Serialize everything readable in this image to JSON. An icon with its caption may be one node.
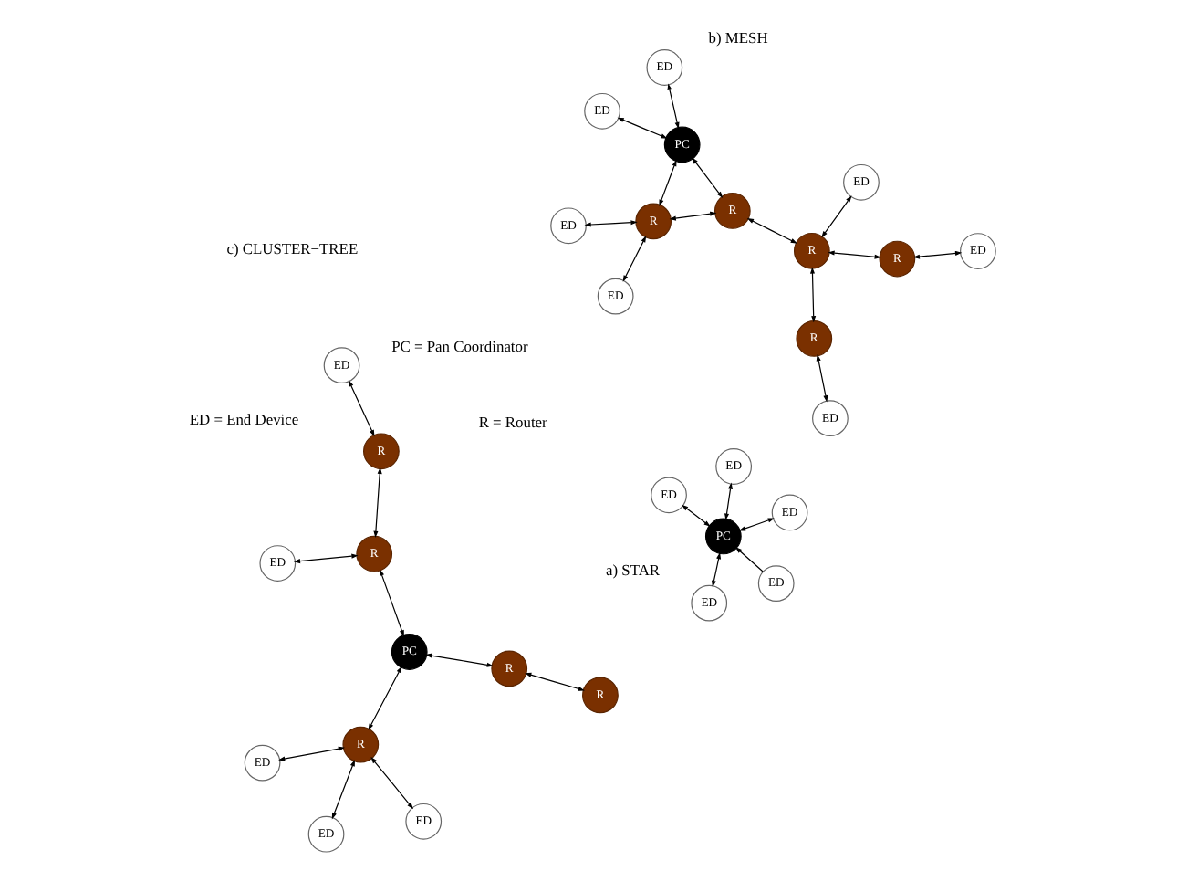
{
  "diagram": {
    "nodes": [
      {
        "text": [
          "ED"
        ]
      },
      {
        "text": [
          "ED"
        ]
      },
      {
        "text": [
          "ED"
        ]
      },
      {
        "text": [
          "PC"
        ]
      },
      {
        "text": [
          "ED"
        ]
      },
      {
        "text": [
          "ED"
        ]
      },
      {
        "text": [
          "ED"
        ]
      },
      {
        "text": [
          "PC"
        ]
      },
      {
        "text": [
          "R"
        ]
      },
      {
        "text": [
          "ED"
        ]
      },
      {
        "text": [
          "ED"
        ]
      },
      {
        "text": [
          "R"
        ]
      },
      {
        "text": [
          "R"
        ]
      },
      {
        "text": [
          "ED"
        ]
      },
      {
        "text": [
          "ED"
        ]
      },
      {
        "text": [
          "R"
        ]
      },
      {
        "text": [
          "R"
        ]
      },
      {
        "text": [
          "ED"
        ]
      },
      {
        "text": [
          "ED"
        ]
      },
      {
        "text": [
          "ED"
        ]
      },
      {
        "text": [
          "ED"
        ]
      },
      {
        "text": [
          "ED"
        ]
      },
      {
        "text": [
          "R"
        ]
      },
      {
        "text": [
          "R"
        ]
      },
      {
        "text": [
          "R"
        ]
      },
      {
        "text": [
          "R"
        ]
      },
      {
        "text": [
          "PC"
        ]
      },
      {
        "text": [
          "ED"
        ]
      },
      {
        "text": [
          "R"
        ]
      },
      {
        "text": [
          "ED"
        ]
      }
    ],
    "edges": [
      {
        "from": 0,
        "to": 3,
        "arrow": "both"
      },
      {
        "from": 1,
        "to": 3,
        "arrow": "both"
      },
      {
        "from": 2,
        "to": 3,
        "arrow": "both"
      },
      {
        "from": 4,
        "to": 3,
        "arrow": "both"
      },
      {
        "from": 5,
        "to": 3,
        "arrow": "to"
      },
      {
        "from": 6,
        "to": 7,
        "arrow": "both"
      },
      {
        "from": 10,
        "to": 7,
        "arrow": "both"
      },
      {
        "from": 7,
        "to": 11,
        "arrow": "both"
      },
      {
        "from": 7,
        "to": 12,
        "arrow": "both"
      },
      {
        "from": 12,
        "to": 11,
        "arrow": "both"
      },
      {
        "from": 11,
        "to": 8,
        "arrow": "both"
      },
      {
        "from": 8,
        "to": 9,
        "arrow": "both"
      },
      {
        "from": 14,
        "to": 12,
        "arrow": "both"
      },
      {
        "from": 12,
        "to": 17,
        "arrow": "both"
      },
      {
        "from": 8,
        "to": 15,
        "arrow": "both"
      },
      {
        "from": 8,
        "to": 16,
        "arrow": "both"
      },
      {
        "from": 15,
        "to": 18,
        "arrow": "both"
      },
      {
        "from": 16,
        "to": 13,
        "arrow": "both"
      },
      {
        "from": 19,
        "to": 22,
        "arrow": "both"
      },
      {
        "from": 20,
        "to": 22,
        "arrow": "both"
      },
      {
        "from": 21,
        "to": 22,
        "arrow": "both"
      },
      {
        "from": 22,
        "to": 26,
        "arrow": "both"
      },
      {
        "from": 23,
        "to": 28,
        "arrow": "both"
      },
      {
        "from": 28,
        "to": 26,
        "arrow": "both"
      },
      {
        "from": 26,
        "to": 25,
        "arrow": "both"
      },
      {
        "from": 25,
        "to": 24,
        "arrow": "both"
      },
      {
        "from": 24,
        "to": 27,
        "arrow": "both"
      },
      {
        "from": 25,
        "to": 29,
        "arrow": "both"
      }
    ],
    "labels": [
      "b) MESH",
      "a) STAR",
      "ED = End Device",
      "R = Router",
      "PC = Pan Coordinator",
      "c) CLUSTER−TREE"
    ]
  }
}
